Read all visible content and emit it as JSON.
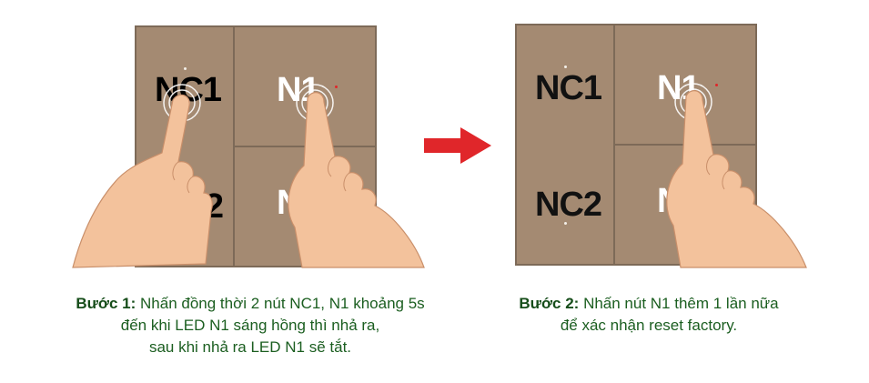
{
  "panel1": {
    "keys": {
      "nc1": "NC1",
      "n1": "N1",
      "nc2": "NC2",
      "n2": "N2"
    }
  },
  "panel2": {
    "keys": {
      "nc1": "NC1",
      "n1": "N1",
      "nc2": "NC2",
      "n2": "N2"
    }
  },
  "colors": {
    "panel": "#a48a72",
    "panel_border": "#7d6a58",
    "arrow": "#e0262a",
    "caption": "#1b5e20",
    "led_red": "#e0262a",
    "skin": "#f3c29c"
  },
  "icons": {
    "arrow": "right-arrow-icon",
    "hand": "pointing-hand-icon"
  },
  "step1": {
    "title": "Bước 1:",
    "line1": "Nhấn đồng thời 2 nút NC1, N1 khoảng 5s",
    "line2": "đến khi LED N1 sáng hồng thì nhả ra,",
    "line3": "sau khi nhả ra LED N1 sẽ tắt."
  },
  "step2": {
    "title": "Bước 2:",
    "line1": "Nhấn nút N1 thêm 1 lần nữa",
    "line2": "để xác nhận reset factory."
  }
}
